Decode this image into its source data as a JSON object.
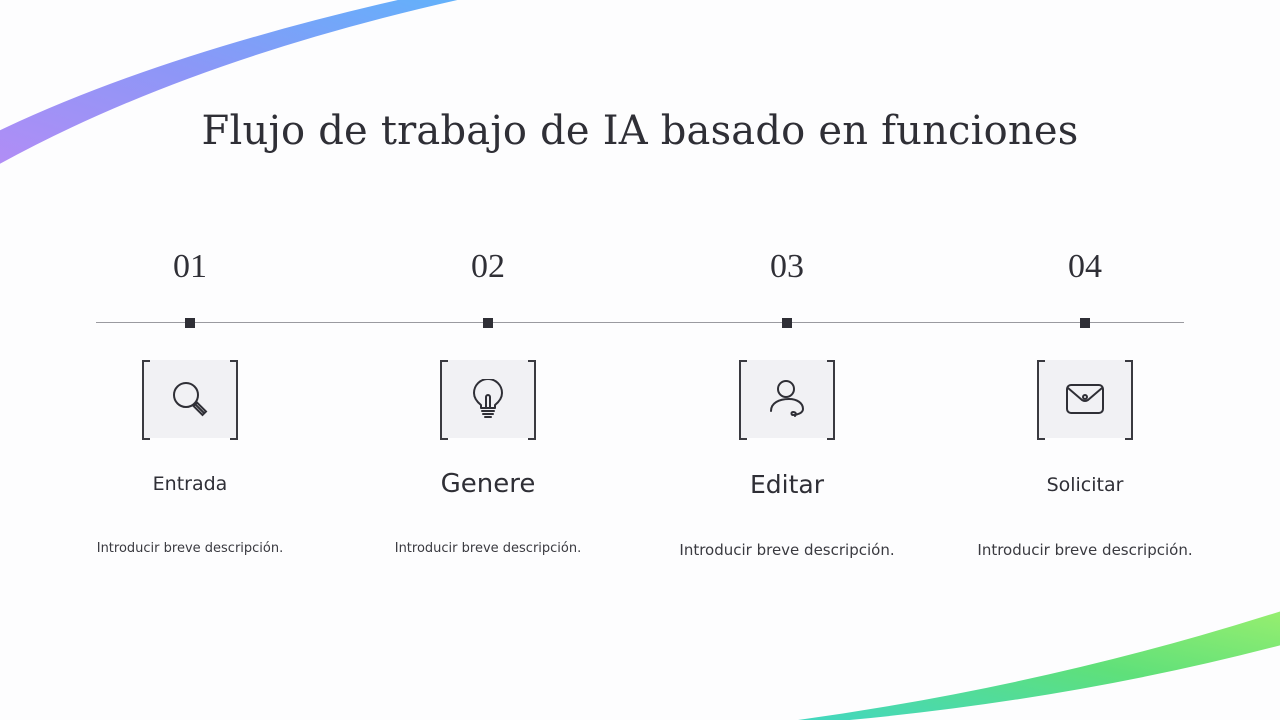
{
  "slide": {
    "title": "Flujo de trabajo de IA basado en funciones"
  },
  "colors": {
    "text": "#2f2f36",
    "line": "#9a9aa0",
    "icon_bg": "#f1f1f4",
    "swoosh_top": [
      "#b58cf5",
      "#8c97f7",
      "#5fb3fb"
    ],
    "swoosh_bottom": [
      "#3fd6c8",
      "#5fe07a",
      "#9cf06e"
    ]
  },
  "steps": [
    {
      "number": "01",
      "icon": "search-icon",
      "label": "Entrada",
      "description": "Introducir breve descripción."
    },
    {
      "number": "02",
      "icon": "lightbulb-icon",
      "label": "Genere",
      "description": "Introducir breve descripción."
    },
    {
      "number": "03",
      "icon": "user-icon",
      "label": "Editar",
      "description": "Introducir breve descripción."
    },
    {
      "number": "04",
      "icon": "envelope-icon",
      "label": "Solicitar",
      "description": "Introducir breve descripción."
    }
  ]
}
